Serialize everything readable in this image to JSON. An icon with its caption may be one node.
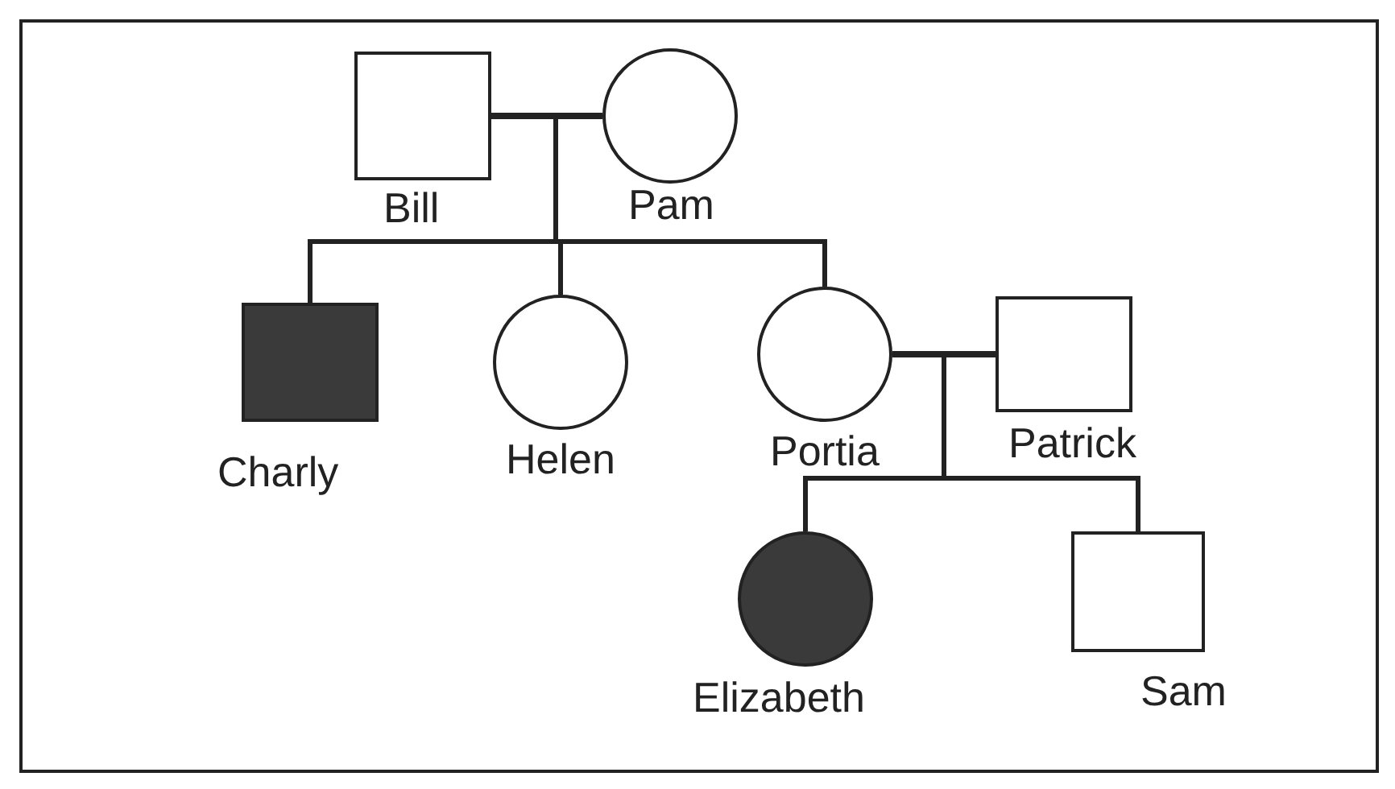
{
  "diagram": {
    "nodes": [
      {
        "text": [],
        "shape": "box",
        "beside": [
          "Bill"
        ]
      },
      {
        "text": [],
        "shape": "circle",
        "beside": [
          "Pam"
        ]
      },
      {
        "text": [],
        "shape": "filled-box",
        "beside": [
          "Charly"
        ]
      },
      {
        "text": [],
        "shape": "circle",
        "beside": [
          "Helen"
        ]
      },
      {
        "text": [],
        "shape": "circle",
        "beside": [
          "Portia"
        ]
      },
      {
        "text": [],
        "shape": "box",
        "beside": [
          "Patrick"
        ]
      },
      {
        "text": [],
        "shape": "filled-circle",
        "beside": [
          "Elizabeth"
        ]
      },
      {
        "text": [],
        "shape": "box",
        "beside": [
          "Sam"
        ]
      }
    ],
    "edges": [
      {
        "from": 0,
        "to": 1,
        "arrow": "none"
      },
      {
        "from": 0,
        "to": 2,
        "arrow": "none"
      },
      {
        "from": 0,
        "to": 3,
        "arrow": "none"
      },
      {
        "from": 0,
        "to": 4,
        "arrow": "none"
      },
      {
        "from": 1,
        "to": 2,
        "arrow": "none"
      },
      {
        "from": 1,
        "to": 3,
        "arrow": "none"
      },
      {
        "from": 1,
        "to": 4,
        "arrow": "none"
      },
      {
        "from": 4,
        "to": 5,
        "arrow": "none"
      },
      {
        "from": 4,
        "to": 6,
        "arrow": "none"
      },
      {
        "from": 4,
        "to": 7,
        "arrow": "none"
      },
      {
        "from": 5,
        "to": 6,
        "arrow": "none"
      },
      {
        "from": 5,
        "to": 7,
        "arrow": "none"
      }
    ]
  }
}
